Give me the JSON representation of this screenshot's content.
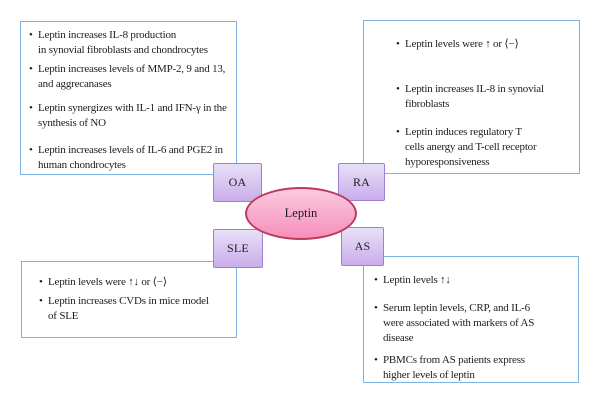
{
  "center_label": "Leptin",
  "bullet_char": "•",
  "nodes": {
    "oa": {
      "label": "OA"
    },
    "ra": {
      "label": "RA"
    },
    "sle": {
      "label": "SLE"
    },
    "as": {
      "label": "AS"
    }
  },
  "boxes": {
    "oa": {
      "bullets": [
        "Leptin increases IL-8 production\nin synovial fibroblasts and chondrocytes",
        "Leptin increases levels of MMP-2, 9 and 13,\nand aggrecanases",
        "Leptin synergizes with IL-1 and IFN-γ in the\nsynthesis of NO",
        "Leptin increases levels of IL-6 and PGE2 in\nhuman chondrocytes"
      ]
    },
    "ra": {
      "bullets": [
        "Leptin levels were ↑ or ⟨−⟩",
        "Leptin increases IL-8 in synovial\nfibroblasts",
        "Leptin induces regulatory T\ncells anergy and T-cell receptor\nhyporesponsiveness"
      ]
    },
    "sle": {
      "bullets": [
        "Leptin levels were ↑↓ or ⟨−⟩",
        "Leptin increases CVDs in mice model\nof SLE"
      ]
    },
    "as": {
      "bullets": [
        "Leptin levels ↑↓",
        "Serum leptin levels, CRP, and IL-6\nwere associated with markers of AS\ndisease",
        "PBMCs from AS patients express\nhigher levels of leptin"
      ]
    }
  },
  "colors": {
    "text": "#1d1d1d",
    "box_border": "#7eb2e3",
    "node_border": "#9d7fd6",
    "node_fill_top": "#e8e0f7",
    "node_fill_bottom": "#c9adea",
    "ellipse_border": "#bd3a5c",
    "ellipse_fill_top": "#fccadf",
    "ellipse_fill_bottom": "#f58fbb"
  }
}
